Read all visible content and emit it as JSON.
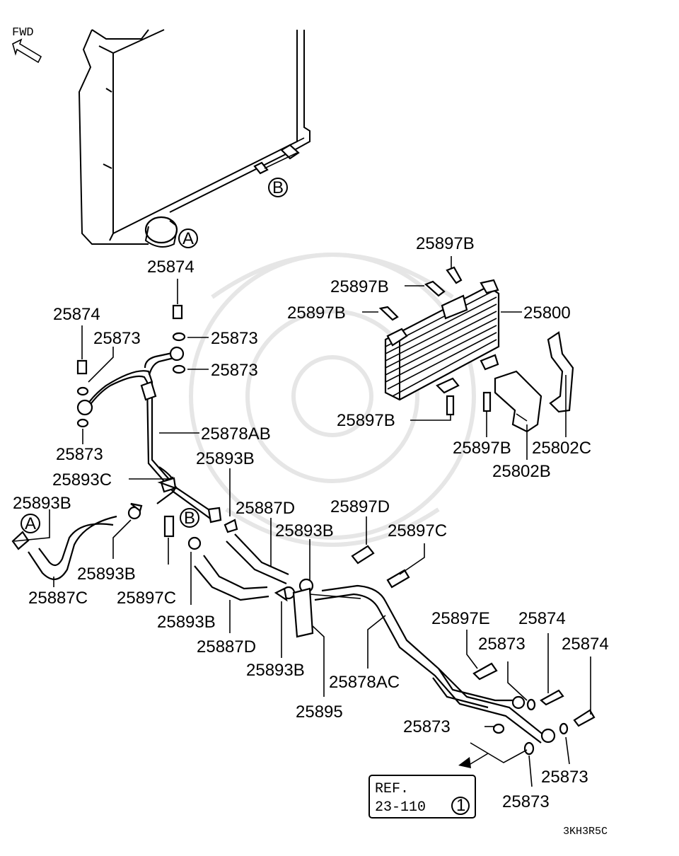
{
  "fwd_label": "FWD",
  "circle_a": "A",
  "circle_b": "B",
  "labels": {
    "p25897b_top": "25897B",
    "p25897b_2": "25897B",
    "p25897b_3": "25897B",
    "p25800": "25800",
    "p25874_top": "25874",
    "p25874_left": "25874",
    "p25873_a": "25873",
    "p25873_b": "25873",
    "p25873_c": "25873",
    "p25873_d": "25873",
    "p25878ab": "25878AB",
    "p25893b_top": "25893B",
    "p25893c": "25893C",
    "p25893b_left": "25893B",
    "p25887d_top": "25887D",
    "p25897d": "25897D",
    "p25893b_mid": "25893B",
    "p25897c_right": "25897C",
    "p25893b_low": "25893B",
    "p25887c": "25887C",
    "p25897c_low": "25897C",
    "p25893b_lower": "25893B",
    "p25887d_low": "25887D",
    "p25893b_bottom": "25893B",
    "p25895": "25895",
    "p25878ac": "25878AC",
    "p25897b_lower": "25897B",
    "p25897b_right": "25897B",
    "p25802c": "25802C",
    "p25802b": "25802B",
    "p25897e": "25897E",
    "p25874_r1": "25874",
    "p25873_r1": "25873",
    "p25874_r2": "25874",
    "p25873_r2": "25873",
    "p25873_r3": "25873",
    "p25873_r4": "25873"
  },
  "ref_box": {
    "line1": "REF.",
    "line2": "23-110",
    "circle": "1"
  },
  "diagram_code": "3KH3R5C"
}
